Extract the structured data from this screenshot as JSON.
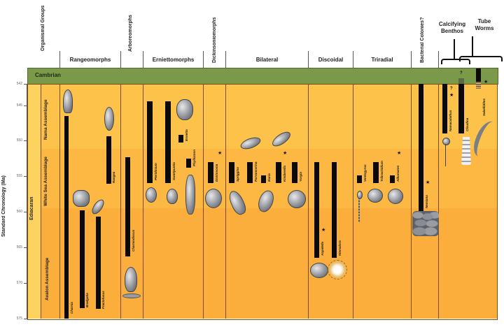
{
  "chart_data": {
    "type": "range-chart",
    "title": "",
    "ylabel": "Standard Chronology (Ma)",
    "yticks": [
      542,
      545,
      550,
      555,
      560,
      565,
      570,
      575
    ],
    "ylim": [
      542,
      575
    ],
    "periods": [
      {
        "name": "Cambrian",
        "color": "#7a9a4a",
        "from": 541,
        "to": 542
      },
      {
        "name": "Ediacaran",
        "color": "#fdd25e",
        "from": 542,
        "to": 575
      }
    ],
    "assemblages": [
      {
        "name": "Nama Assemblage",
        "from": 542,
        "to": 551,
        "color": "#fdc24a"
      },
      {
        "name": "White Sea Assemblage",
        "from": 551,
        "to": 560,
        "color": "#fdb844"
      },
      {
        "name": "Avalon Assemblage",
        "from": 560,
        "to": 575,
        "color": "#fcae3c"
      }
    ],
    "groups": [
      {
        "name": "Rangeomorphs",
        "taxa": [
          {
            "name": "Charnia",
            "from": 546,
            "to": 575
          },
          {
            "name": "Bradgatia",
            "from": 560,
            "to": 574
          },
          {
            "name": "Fractofusus",
            "from": 561,
            "to": 574
          },
          {
            "name": "Rangea",
            "from": 549,
            "to": 556
          }
        ]
      },
      {
        "name": "Arboreomorphs",
        "taxa": [
          {
            "name": "Charniodiscus",
            "from": 552,
            "to": 566
          }
        ]
      },
      {
        "name": "Erniettomorphs",
        "taxa": [
          {
            "name": "Pteridinium",
            "from": 544,
            "to": 556
          },
          {
            "name": "Swartpuntia",
            "from": 544,
            "to": 556
          },
          {
            "name": "Ernietta",
            "from": 549,
            "to": 550
          },
          {
            "name": "Phyllozoon",
            "from": 552,
            "to": 553
          }
        ]
      },
      {
        "name": "Dickinsoniomorphs",
        "taxa": [
          {
            "name": "Dickinsonia",
            "from": 553,
            "to": 556,
            "star": true
          }
        ]
      },
      {
        "name": "Bilateral",
        "taxa": [
          {
            "name": "Spriggina",
            "from": 553,
            "to": 556
          },
          {
            "name": "Parvancorina",
            "from": 553,
            "to": 556
          },
          {
            "name": "Ikaria",
            "from": 555,
            "to": 556
          },
          {
            "name": "Kimberella",
            "from": 553,
            "to": 556,
            "star": true
          },
          {
            "name": "Yorgia",
            "from": 553,
            "to": 556
          }
        ]
      },
      {
        "name": "Discoidal",
        "taxa": [
          {
            "name": "Aspidella",
            "from": 553,
            "to": 566,
            "star": true
          },
          {
            "name": "Hiemalora",
            "from": 553,
            "to": 566
          }
        ]
      },
      {
        "name": "Triradial",
        "taxa": [
          {
            "name": "Ventogyrus",
            "from": 555,
            "to": 556
          },
          {
            "name": "Tribrachidium",
            "from": 553,
            "to": 556
          },
          {
            "name": "Albumares",
            "from": 555,
            "to": 556,
            "star": true
          }
        ]
      },
      {
        "name": "Bacterial Colonies?",
        "taxa": [
          {
            "name": "Nemiana",
            "from": 542,
            "to": 561,
            "star": true
          }
        ]
      },
      {
        "name": "Calcifying Benthos",
        "taxa": [
          {
            "name": "Namacalathus",
            "from": 542,
            "to": 549,
            "star": true,
            "query": true
          },
          {
            "name": "Cloudina",
            "from": 542,
            "to": 549,
            "query": true
          }
        ]
      },
      {
        "name": "Tube Worms",
        "taxa": [
          {
            "name": "Sabellidites",
            "from": 540,
            "to": 542,
            "star": true
          }
        ]
      }
    ]
  },
  "header": {
    "organismal_groups": "Organismal Groups",
    "columns": [
      "Rangeomorphs",
      "Arboreomorphs",
      "Erniettomorphs",
      "Dickinsoniomorphs",
      "Bilateral",
      "Discoidal",
      "Triradial",
      "Bacterial Colonies?"
    ],
    "calcifying": [
      "Calcifying",
      "Benthos"
    ],
    "tube_worms": [
      "Tube",
      "Worms"
    ]
  },
  "cambrian_label": "Cambrian",
  "ediacaran_label": "Ediacaran",
  "y_axis_label": "Standard Chronology (Ma)",
  "query_mark": "?",
  "star_mark": "★"
}
